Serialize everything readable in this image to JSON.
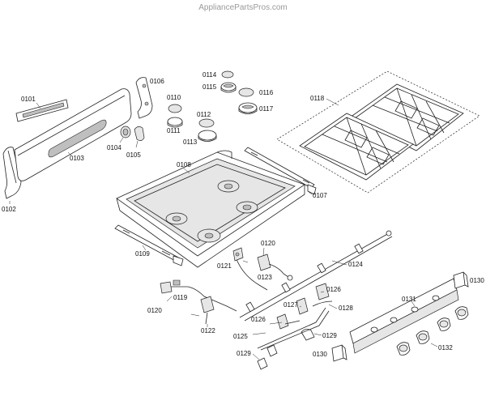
{
  "watermark": "AppliancePartsPros.com",
  "labels": {
    "p0101": "0101",
    "p0102": "0102",
    "p0103": "0103",
    "p0104": "0104",
    "p0105": "0105",
    "p0106": "0106",
    "p0107": "0107",
    "p0108": "0108",
    "p0109": "0109",
    "p0110": "0110",
    "p0111": "0111",
    "p0112": "0112",
    "p0113": "0113",
    "p0114": "0114",
    "p0115": "0115",
    "p0116": "0116",
    "p0117": "0117",
    "p0118": "0118",
    "p0119": "0119",
    "p0120a": "0120",
    "p0120b": "0120",
    "p0121": "0121",
    "p0122": "0122",
    "p0123": "0123",
    "p0124": "0124",
    "p0125": "0125",
    "p0126a": "0126",
    "p0126b": "0126",
    "p0127": "0127",
    "p0128": "0128",
    "p0129a": "0129",
    "p0129b": "0129",
    "p0130a": "0130",
    "p0130b": "0130",
    "p0131": "0131",
    "p0132": "0132"
  }
}
